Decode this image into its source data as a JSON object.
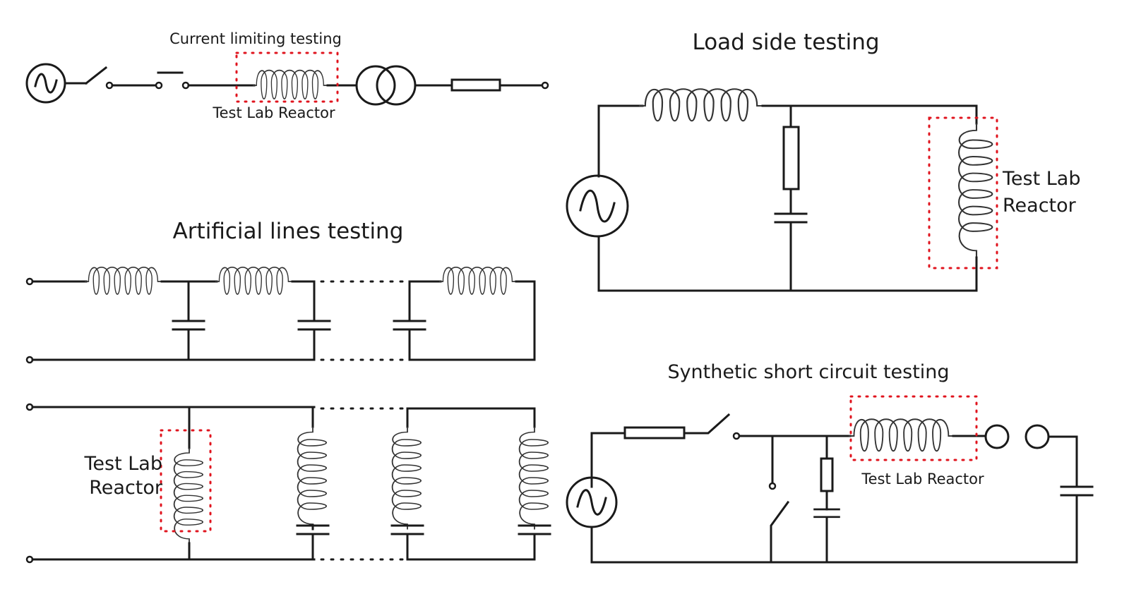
{
  "diagram": {
    "current_limiting": {
      "title": "Current limiting testing",
      "reactor_label": "Test Lab Reactor",
      "components": [
        "ac-source",
        "switch",
        "terminals",
        "push-switch",
        "test-lab-reactor",
        "transformer",
        "resistor",
        "terminal"
      ]
    },
    "load_side": {
      "title": "Load side testing",
      "reactor_label_line1": "Test Lab",
      "reactor_label_line2": "Reactor",
      "components": [
        "ac-source",
        "series-inductor",
        "resistor",
        "capacitor",
        "test-lab-reactor"
      ]
    },
    "artificial_lines": {
      "title": "Artificial lines testing",
      "reactor_label_line1": "Test Lab",
      "reactor_label_line2": "Reactor",
      "series_stages": 3,
      "shunt_stages": 4
    },
    "synthetic_short_circuit": {
      "title": "Synthetic short circuit testing",
      "reactor_label": "Test Lab Reactor",
      "components": [
        "ac-source",
        "resistor",
        "switch",
        "making-switch",
        "resistor",
        "capacitor",
        "test-lab-reactor",
        "spark-gap",
        "capacitor"
      ]
    },
    "highlight_color": "#e0141e",
    "line_color": "#1a1a1a"
  }
}
